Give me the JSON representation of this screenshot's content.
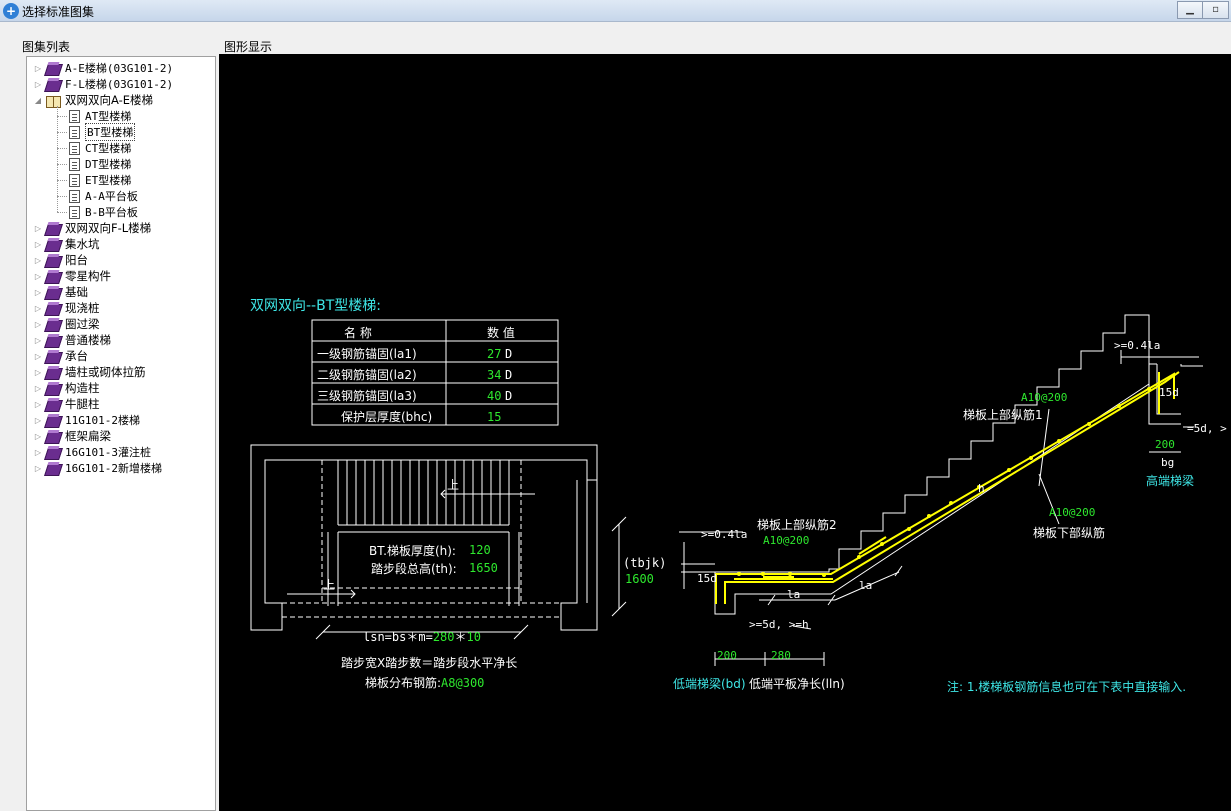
{
  "window": {
    "title": "选择标准图集",
    "app_icon": "plus-circle-icon"
  },
  "left_panel": {
    "label": "图集列表",
    "tree": [
      {
        "label": "A-E楼梯(03G101-2)",
        "icon": "book-icon",
        "expanded": false
      },
      {
        "label": "F-L楼梯(03G101-2)",
        "icon": "book-icon",
        "expanded": false
      },
      {
        "label": "双网双向A-E楼梯",
        "icon": "open-book-icon",
        "expanded": true,
        "children": [
          {
            "label": "AT型楼梯"
          },
          {
            "label": "BT型楼梯",
            "selected": true
          },
          {
            "label": "CT型楼梯"
          },
          {
            "label": "DT型楼梯"
          },
          {
            "label": "ET型楼梯"
          },
          {
            "label": "A-A平台板"
          },
          {
            "label": "B-B平台板"
          }
        ]
      },
      {
        "label": "双网双向F-L楼梯",
        "icon": "book-icon"
      },
      {
        "label": "集水坑",
        "icon": "book-icon"
      },
      {
        "label": "阳台",
        "icon": "book-icon"
      },
      {
        "label": "零星构件",
        "icon": "book-icon"
      },
      {
        "label": "基础",
        "icon": "book-icon"
      },
      {
        "label": "现浇桩",
        "icon": "book-icon"
      },
      {
        "label": "圈过梁",
        "icon": "book-icon"
      },
      {
        "label": "普通楼梯",
        "icon": "book-icon"
      },
      {
        "label": "承台",
        "icon": "book-icon"
      },
      {
        "label": "墙柱或砌体拉筋",
        "icon": "book-icon"
      },
      {
        "label": "构造柱",
        "icon": "book-icon"
      },
      {
        "label": "牛腿柱",
        "icon": "book-icon"
      },
      {
        "label": "11G101-2楼梯",
        "icon": "book-icon"
      },
      {
        "label": "框架扁梁",
        "icon": "book-icon"
      },
      {
        "label": "16G101-3灌注桩",
        "icon": "book-icon"
      },
      {
        "label": "16G101-2新增楼梯",
        "icon": "book-icon"
      }
    ]
  },
  "right_panel": {
    "label": "图形显示",
    "drawing": {
      "title": "双网双向--BT型楼梯:",
      "table": {
        "headers": [
          "名 称",
          "数 值"
        ],
        "rows": [
          {
            "name": "一级钢筋锚固(la1)",
            "value": "27",
            "unit": "D"
          },
          {
            "name": "二级钢筋锚固(la2)",
            "value": "34",
            "unit": "D"
          },
          {
            "name": "三级钢筋锚固(la3)",
            "value": "40",
            "unit": "D"
          },
          {
            "name": "保护层厚度(bhc)",
            "value": "15",
            "unit": ""
          }
        ]
      },
      "plan": {
        "up_label": "上",
        "thickness_label": "BT.梯板厚度(h):",
        "thickness_value": "120",
        "height_label": "踏步段总高(th):",
        "height_value": "1650",
        "tbjk_label": "(tbjk)",
        "tbjk_value": "1600",
        "lsn_prefix": "lsn=bs＊m=",
        "lsn_bs": "280",
        "lsn_star": "＊",
        "lsn_m": "10",
        "step_caption": "踏步宽X踏步数＝踏步段水平净长",
        "dist_label": "梯板分布钢筋:",
        "dist_value": "A8@300"
      },
      "section": {
        "top_la": ">=0.4la",
        "top_rebar": "A10@200",
        "upper_bar1": "梯板上部纵筋1",
        "h": "h",
        "bottom_rebar": "A10@200",
        "lower_bar": "梯板下部纵筋",
        "left_la": ">=0.4la",
        "upper_bar2": "梯板上部纵筋2",
        "left_rebar": "A10@200",
        "hook_15d_left": "15d",
        "hook_15d_right": "15d",
        "la_1": "la",
        "la_2": "la",
        "five_d_left": ">=5d, >=h",
        "five_d_right": "=5d, >",
        "bd_value": "200",
        "lln_value": "280",
        "bd_label": "低端梯梁(bd)",
        "lln_label": "低端平板净长(lln)",
        "bg_value": "200",
        "bg_label": "bg",
        "high_beam": "高端梯梁"
      },
      "note": "注: 1.楼梯板钢筋信息也可在下表中直接输入."
    }
  },
  "colors": {
    "canvas_bg": "#000000",
    "line_white": "#ffffff",
    "value_green": "#2ee82e",
    "title_cyan": "#3ee6e6",
    "rebar_yellow": "#ffff00",
    "annotation_magenta": "#ff00ff"
  }
}
